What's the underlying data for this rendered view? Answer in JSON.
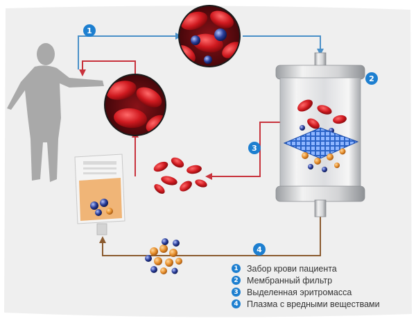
{
  "steps": [
    {
      "number": "1",
      "label": "Забор крови пациента"
    },
    {
      "number": "2",
      "label": "Мембранный фильтр"
    },
    {
      "number": "3",
      "label": "Выделенная эритромасса"
    },
    {
      "number": "4",
      "label": "Плазма с вредными веществами"
    }
  ],
  "colors": {
    "blood_flow_line": "#4a90c8",
    "return_line": "#c8323c",
    "plasma_line": "#8a5a2e",
    "badge": "#1d7fd0",
    "blood_cell": "#c4161c",
    "background": "#efefef"
  },
  "icons": [
    "patient-silhouette",
    "blood-magnified-circle",
    "membrane-filter-cylinder",
    "plasma-bag",
    "red-blood-cells",
    "toxin-particles"
  ]
}
